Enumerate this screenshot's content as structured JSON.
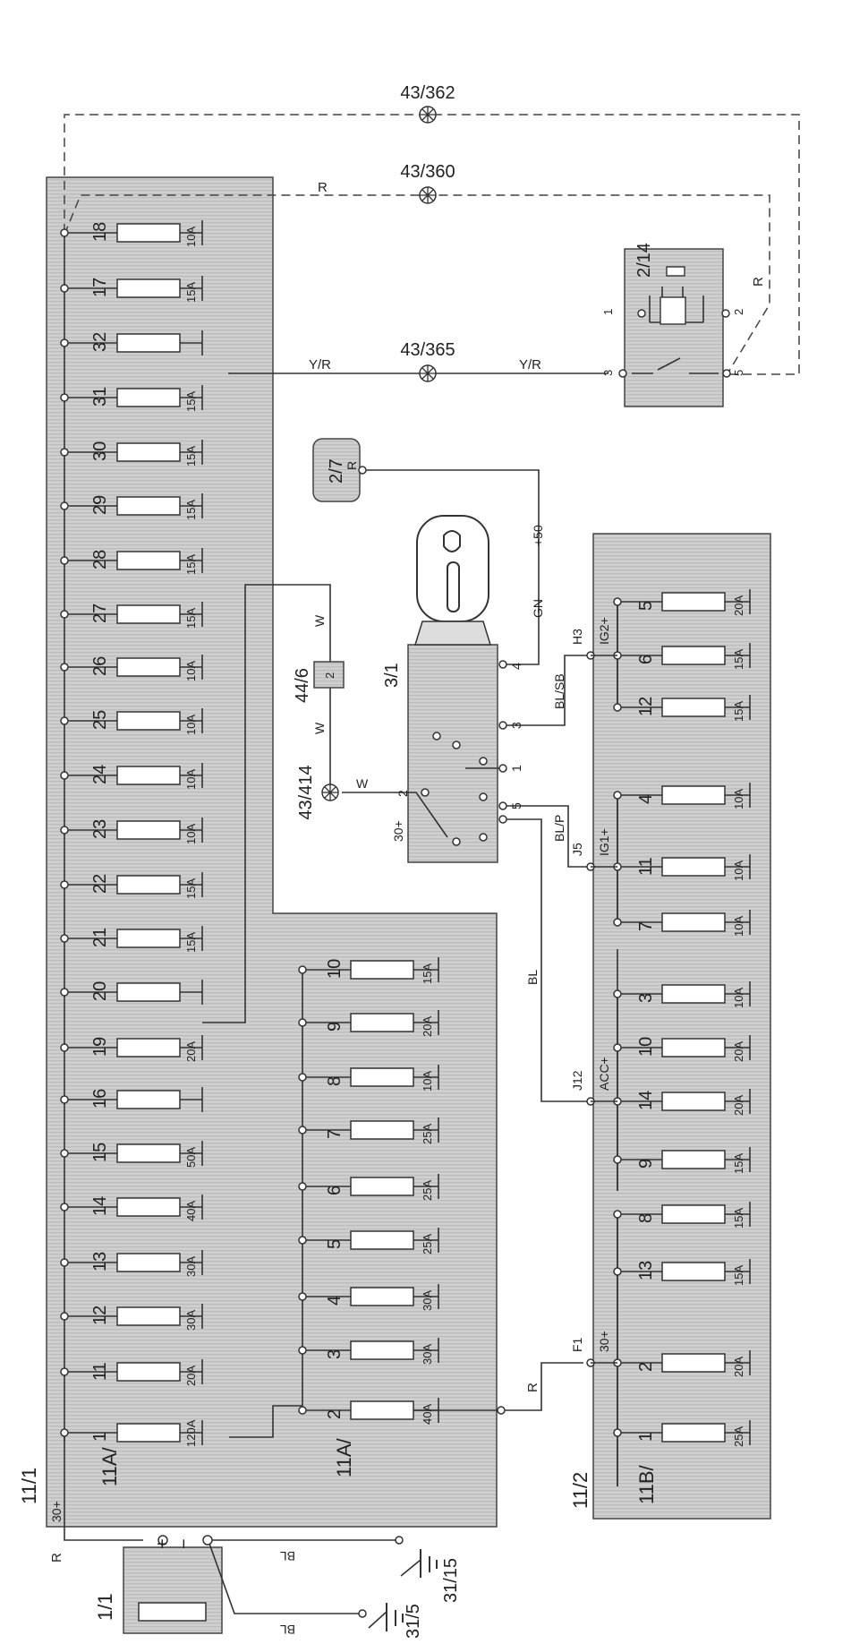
{
  "box_11_1": {
    "label": "11/1",
    "prefix": "11A/",
    "feed": "30+",
    "fuses": [
      {
        "num": "18",
        "rating": "10A"
      },
      {
        "num": "17",
        "rating": "15A"
      },
      {
        "num": "32",
        "rating": ""
      },
      {
        "num": "31",
        "rating": "15A"
      },
      {
        "num": "30",
        "rating": "15A"
      },
      {
        "num": "29",
        "rating": "15A"
      },
      {
        "num": "28",
        "rating": "15A"
      },
      {
        "num": "27",
        "rating": "15A"
      },
      {
        "num": "26",
        "rating": "10A"
      },
      {
        "num": "25",
        "rating": "10A"
      },
      {
        "num": "24",
        "rating": "10A"
      },
      {
        "num": "23",
        "rating": "10A"
      },
      {
        "num": "22",
        "rating": "15A"
      },
      {
        "num": "21",
        "rating": "15A"
      },
      {
        "num": "20",
        "rating": ""
      },
      {
        "num": "19",
        "rating": "20A"
      },
      {
        "num": "16",
        "rating": ""
      },
      {
        "num": "15",
        "rating": "50A"
      },
      {
        "num": "14",
        "rating": "40A"
      },
      {
        "num": "13",
        "rating": "30A"
      },
      {
        "num": "12",
        "rating": "30A"
      },
      {
        "num": "11",
        "rating": "20A"
      },
      {
        "num": "1",
        "rating": "120A"
      }
    ],
    "inner": {
      "prefix": "11A/",
      "fuses": [
        {
          "num": "10",
          "rating": "15A"
        },
        {
          "num": "9",
          "rating": "20A"
        },
        {
          "num": "8",
          "rating": "10A"
        },
        {
          "num": "7",
          "rating": "25A"
        },
        {
          "num": "6",
          "rating": "25A"
        },
        {
          "num": "5",
          "rating": "25A"
        },
        {
          "num": "4",
          "rating": "30A"
        },
        {
          "num": "3",
          "rating": "30A"
        },
        {
          "num": "2",
          "rating": "40A"
        }
      ]
    }
  },
  "box_11_2": {
    "label": "11/2",
    "prefix": "11B/",
    "groups": [
      {
        "name": "IG2+",
        "pin": "H3",
        "fuses": [
          {
            "num": "5",
            "rating": "20A"
          },
          {
            "num": "6",
            "rating": "15A"
          },
          {
            "num": "12",
            "rating": "15A"
          }
        ]
      },
      {
        "name": "IG1+",
        "pin": "J5",
        "fuses": [
          {
            "num": "4",
            "rating": "10A"
          },
          {
            "num": "11",
            "rating": "10A"
          },
          {
            "num": "7",
            "rating": "10A"
          }
        ]
      },
      {
        "name": "ACC+",
        "pin": "J12",
        "fuses": [
          {
            "num": "3",
            "rating": "10A"
          },
          {
            "num": "10",
            "rating": "20A"
          },
          {
            "num": "14",
            "rating": "20A"
          },
          {
            "num": "9",
            "rating": "15A"
          }
        ]
      },
      {
        "name": "30+",
        "pin": "F1",
        "fuses": [
          {
            "num": "8",
            "rating": "15A"
          },
          {
            "num": "13",
            "rating": "15A"
          },
          {
            "num": "2",
            "rating": "20A"
          },
          {
            "num": "1",
            "rating": "25A"
          }
        ]
      }
    ]
  },
  "connectors": {
    "c362": "43/362",
    "c360": "43/360",
    "c365": "43/365",
    "c414": "43/414"
  },
  "relay": {
    "label": "2/14",
    "pins": [
      "1",
      "2",
      "3",
      "5"
    ]
  },
  "component_2_7": {
    "label": "2/7",
    "sub": "R"
  },
  "component_44_6": {
    "label": "44/6",
    "pin": "2"
  },
  "switch_3_1": {
    "label": "3/1",
    "feed": "30+",
    "pins": [
      "4",
      "3",
      "1",
      "2",
      "5"
    ]
  },
  "battery": {
    "label": "1/1",
    "plus": "+",
    "minus": "−"
  },
  "grounds": {
    "g1": "31/15",
    "g2": "31/5"
  },
  "wires": {
    "r": "R",
    "yr": "Y/R",
    "w": "W",
    "gn": "GN",
    "p50": "+50",
    "blsb": "BL/SB",
    "blp": "BL/P",
    "bl": "BL"
  }
}
